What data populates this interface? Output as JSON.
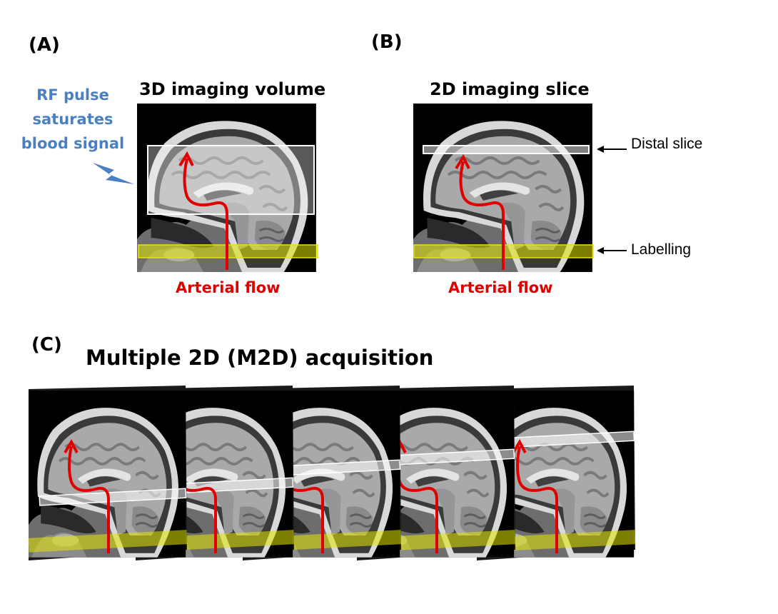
{
  "panel_a": {
    "label": "(A)",
    "title": "3D imaging volume",
    "rf_text": [
      "RF pulse",
      "saturates",
      "blood signal"
    ],
    "flow_label": "Arterial flow"
  },
  "panel_b": {
    "label": "(B)",
    "title": "2D imaging slice",
    "distal_label": "Distal slice",
    "labelling_label": "Labelling",
    "flow_label": "Arterial flow"
  },
  "panel_c": {
    "label": "(C)",
    "title": "Multiple 2D (M2D) acquisition",
    "frame_count": 5
  },
  "colors": {
    "arterial_flow": "#e00000",
    "labelling_band": "#e6e600",
    "imaging_region": "#ffffff",
    "rf_text": "#4a7fc1",
    "background_scan": "#000000"
  }
}
